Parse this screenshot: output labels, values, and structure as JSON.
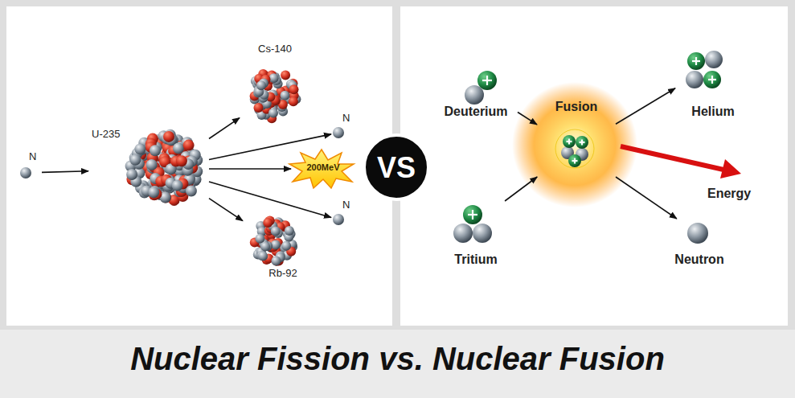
{
  "diagram": {
    "caption": "Nuclear Fission vs. Nuclear Fusion",
    "nodes": [
      {
        "text": [
          "N"
        ]
      },
      {
        "text": [
          "U-235"
        ]
      },
      {
        "text": [
          "Cs-140"
        ]
      },
      {
        "text": [
          "N"
        ]
      },
      {
        "text": [
          "200MeV"
        ]
      },
      {
        "text": [
          "N"
        ]
      },
      {
        "text": [
          "Rb-92"
        ]
      },
      {
        "text": [
          "VS"
        ]
      },
      {
        "text": [
          "Deuterium"
        ]
      },
      {
        "text": [
          "Fusion"
        ]
      },
      {
        "text": [
          "Helium"
        ]
      },
      {
        "text": [
          "Tritium"
        ]
      },
      {
        "text": [
          "Neutron"
        ]
      }
    ],
    "edges": [
      {
        "from": 0,
        "to": 1,
        "arrow": "to"
      },
      {
        "from": 1,
        "to": 2,
        "arrow": "to"
      },
      {
        "from": 1,
        "to": 3,
        "arrow": "to"
      },
      {
        "from": 1,
        "to": 4,
        "arrow": "to"
      },
      {
        "from": 1,
        "to": 5,
        "arrow": "to"
      },
      {
        "from": 1,
        "to": 6,
        "arrow": "to"
      },
      {
        "from": 8,
        "to": 9,
        "arrow": "to"
      },
      {
        "from": 11,
        "to": 9,
        "arrow": "to"
      },
      {
        "from": 9,
        "to": 10,
        "arrow": "to"
      },
      {
        "from": 9,
        "to": 12,
        "arrow": "to"
      }
    ],
    "labels": [
      "Energy"
    ]
  }
}
